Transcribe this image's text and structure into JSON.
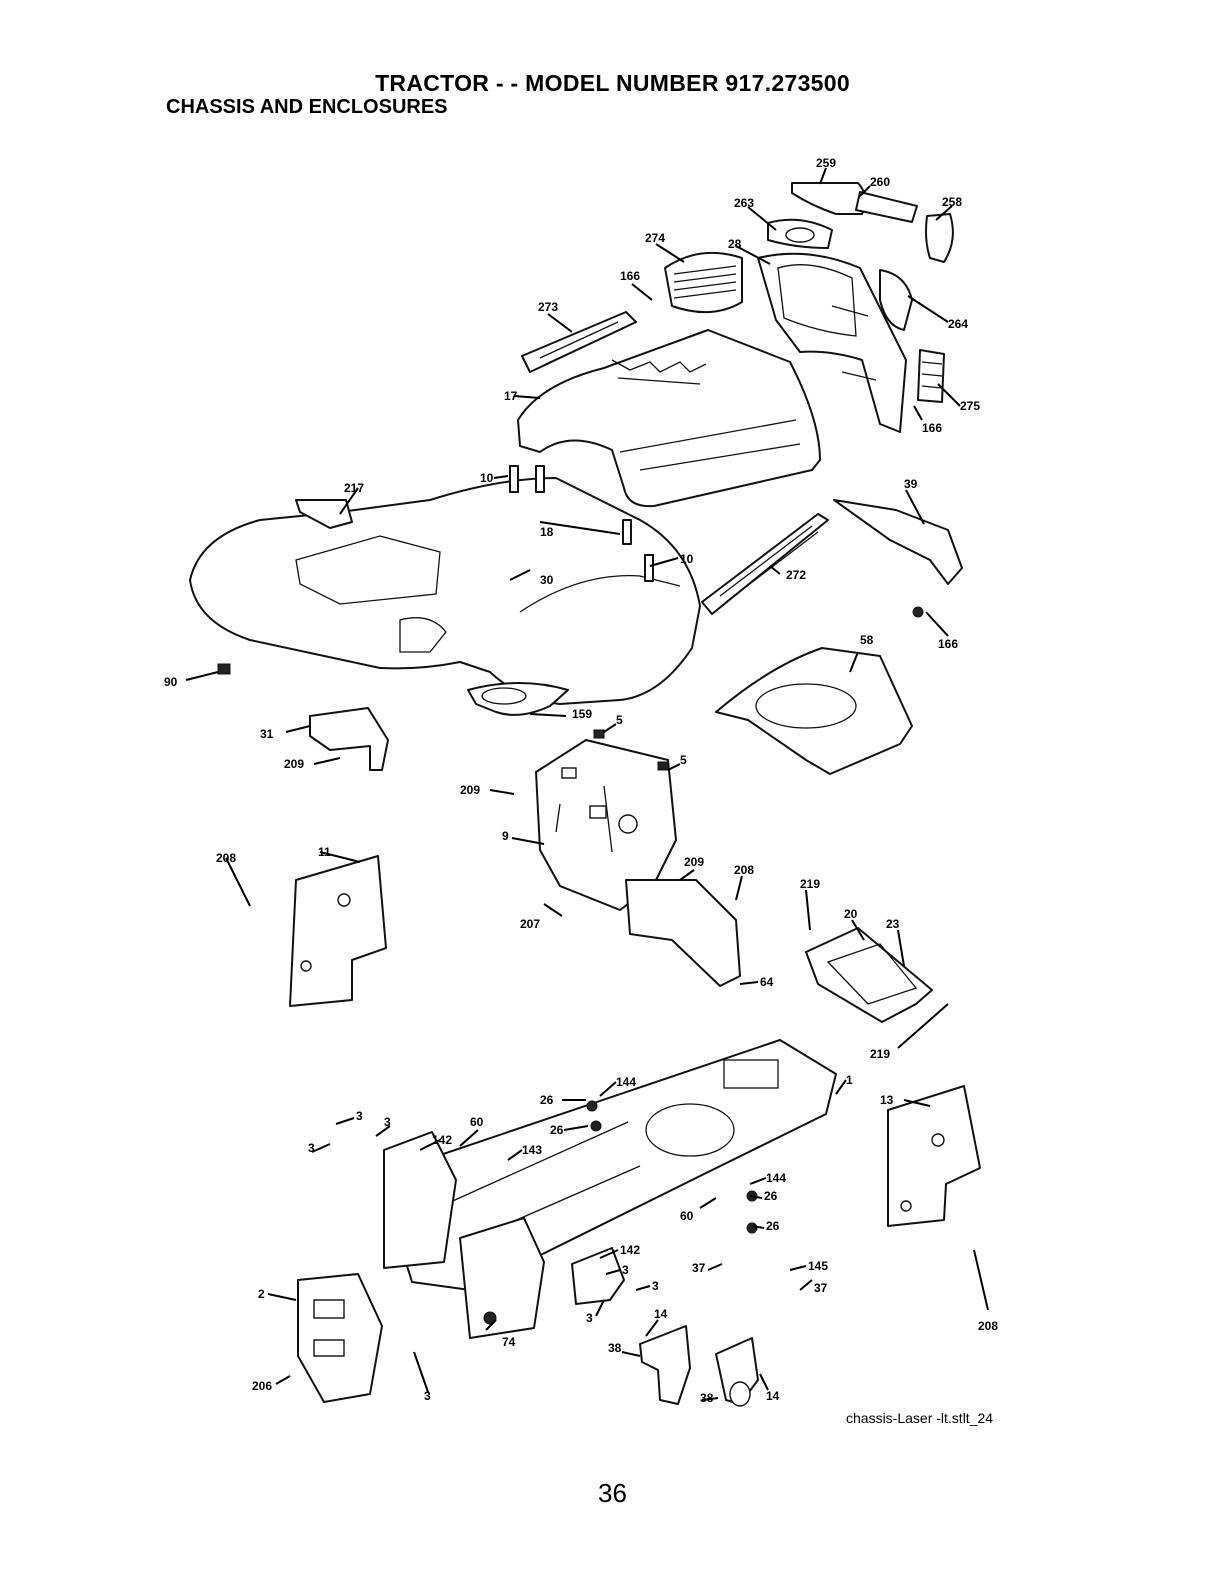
{
  "title": "TRACTOR - - MODEL NUMBER 917.273500",
  "subtitle": "CHASSIS AND ENCLOSURES",
  "footer_code": "chassis-Laser -lt.stlt_24",
  "page_number": "36",
  "callouts": [
    {
      "label": "259"
    },
    {
      "label": "260"
    },
    {
      "label": "263"
    },
    {
      "label": "258"
    },
    {
      "label": "274"
    },
    {
      "label": "28"
    },
    {
      "label": "166"
    },
    {
      "label": "264"
    },
    {
      "label": "273"
    },
    {
      "label": "275"
    },
    {
      "label": "166"
    },
    {
      "label": "17"
    },
    {
      "label": "10"
    },
    {
      "label": "217"
    },
    {
      "label": "18"
    },
    {
      "label": "39"
    },
    {
      "label": "10"
    },
    {
      "label": "30"
    },
    {
      "label": "272"
    },
    {
      "label": "166"
    },
    {
      "label": "58"
    },
    {
      "label": "90"
    },
    {
      "label": "159"
    },
    {
      "label": "5"
    },
    {
      "label": "31"
    },
    {
      "label": "5"
    },
    {
      "label": "209"
    },
    {
      "label": "209"
    },
    {
      "label": "9"
    },
    {
      "label": "208"
    },
    {
      "label": "11"
    },
    {
      "label": "209"
    },
    {
      "label": "208"
    },
    {
      "label": "219"
    },
    {
      "label": "20"
    },
    {
      "label": "23"
    },
    {
      "label": "207"
    },
    {
      "label": "64"
    },
    {
      "label": "219"
    },
    {
      "label": "144"
    },
    {
      "label": "1"
    },
    {
      "label": "26"
    },
    {
      "label": "13"
    },
    {
      "label": "3"
    },
    {
      "label": "3"
    },
    {
      "label": "60"
    },
    {
      "label": "26"
    },
    {
      "label": "3"
    },
    {
      "label": "142"
    },
    {
      "label": "143"
    },
    {
      "label": "144"
    },
    {
      "label": "26"
    },
    {
      "label": "60"
    },
    {
      "label": "26"
    },
    {
      "label": "142"
    },
    {
      "label": "3"
    },
    {
      "label": "37"
    },
    {
      "label": "145"
    },
    {
      "label": "3"
    },
    {
      "label": "37"
    },
    {
      "label": "2"
    },
    {
      "label": "3"
    },
    {
      "label": "208"
    },
    {
      "label": "14"
    },
    {
      "label": "74"
    },
    {
      "label": "38"
    },
    {
      "label": "206"
    },
    {
      "label": "3"
    },
    {
      "label": "38"
    },
    {
      "label": "14"
    }
  ]
}
